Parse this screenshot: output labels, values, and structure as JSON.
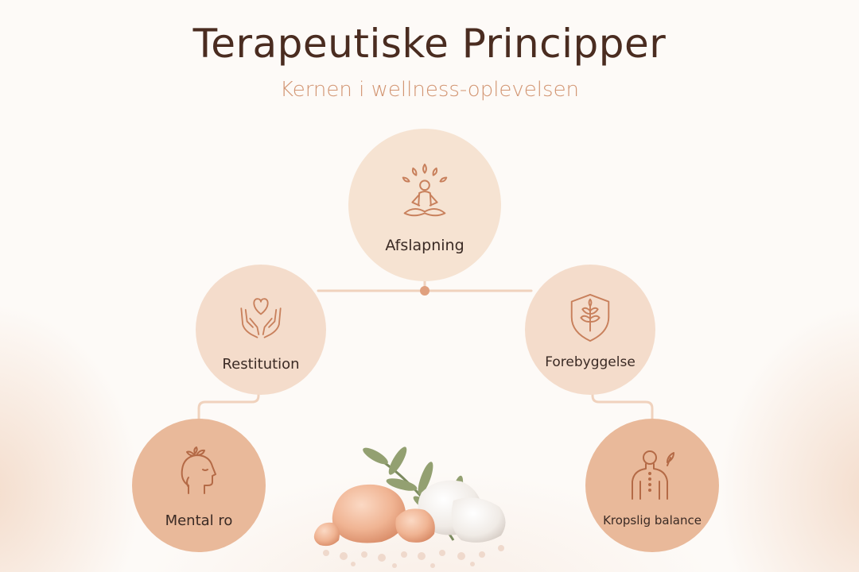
{
  "header": {
    "title": "Terapeutiske Principper",
    "subtitle": "Kernen i wellness-oplevelsen"
  },
  "nodes": {
    "top": {
      "label": "Afslapning",
      "icon": "meditation-icon"
    },
    "left": {
      "label": "Restitution",
      "icon": "heart-hands-icon"
    },
    "right": {
      "label": "Forebyggelse",
      "icon": "shield-leaf-icon"
    },
    "bottom_left": {
      "label": "Mental ro",
      "icon": "mind-head-icon"
    },
    "bottom_right": {
      "label": "Kropslig balance",
      "icon": "body-back-icon"
    }
  },
  "colors": {
    "title": "#4a2c20",
    "subtitle": "#d29572",
    "node_light": "#f6e3d2",
    "node_mid": "#f4dccb",
    "node_dark": "#e9b99a",
    "connector": "#f0d2bd",
    "icon_stroke": "#c8805c"
  }
}
